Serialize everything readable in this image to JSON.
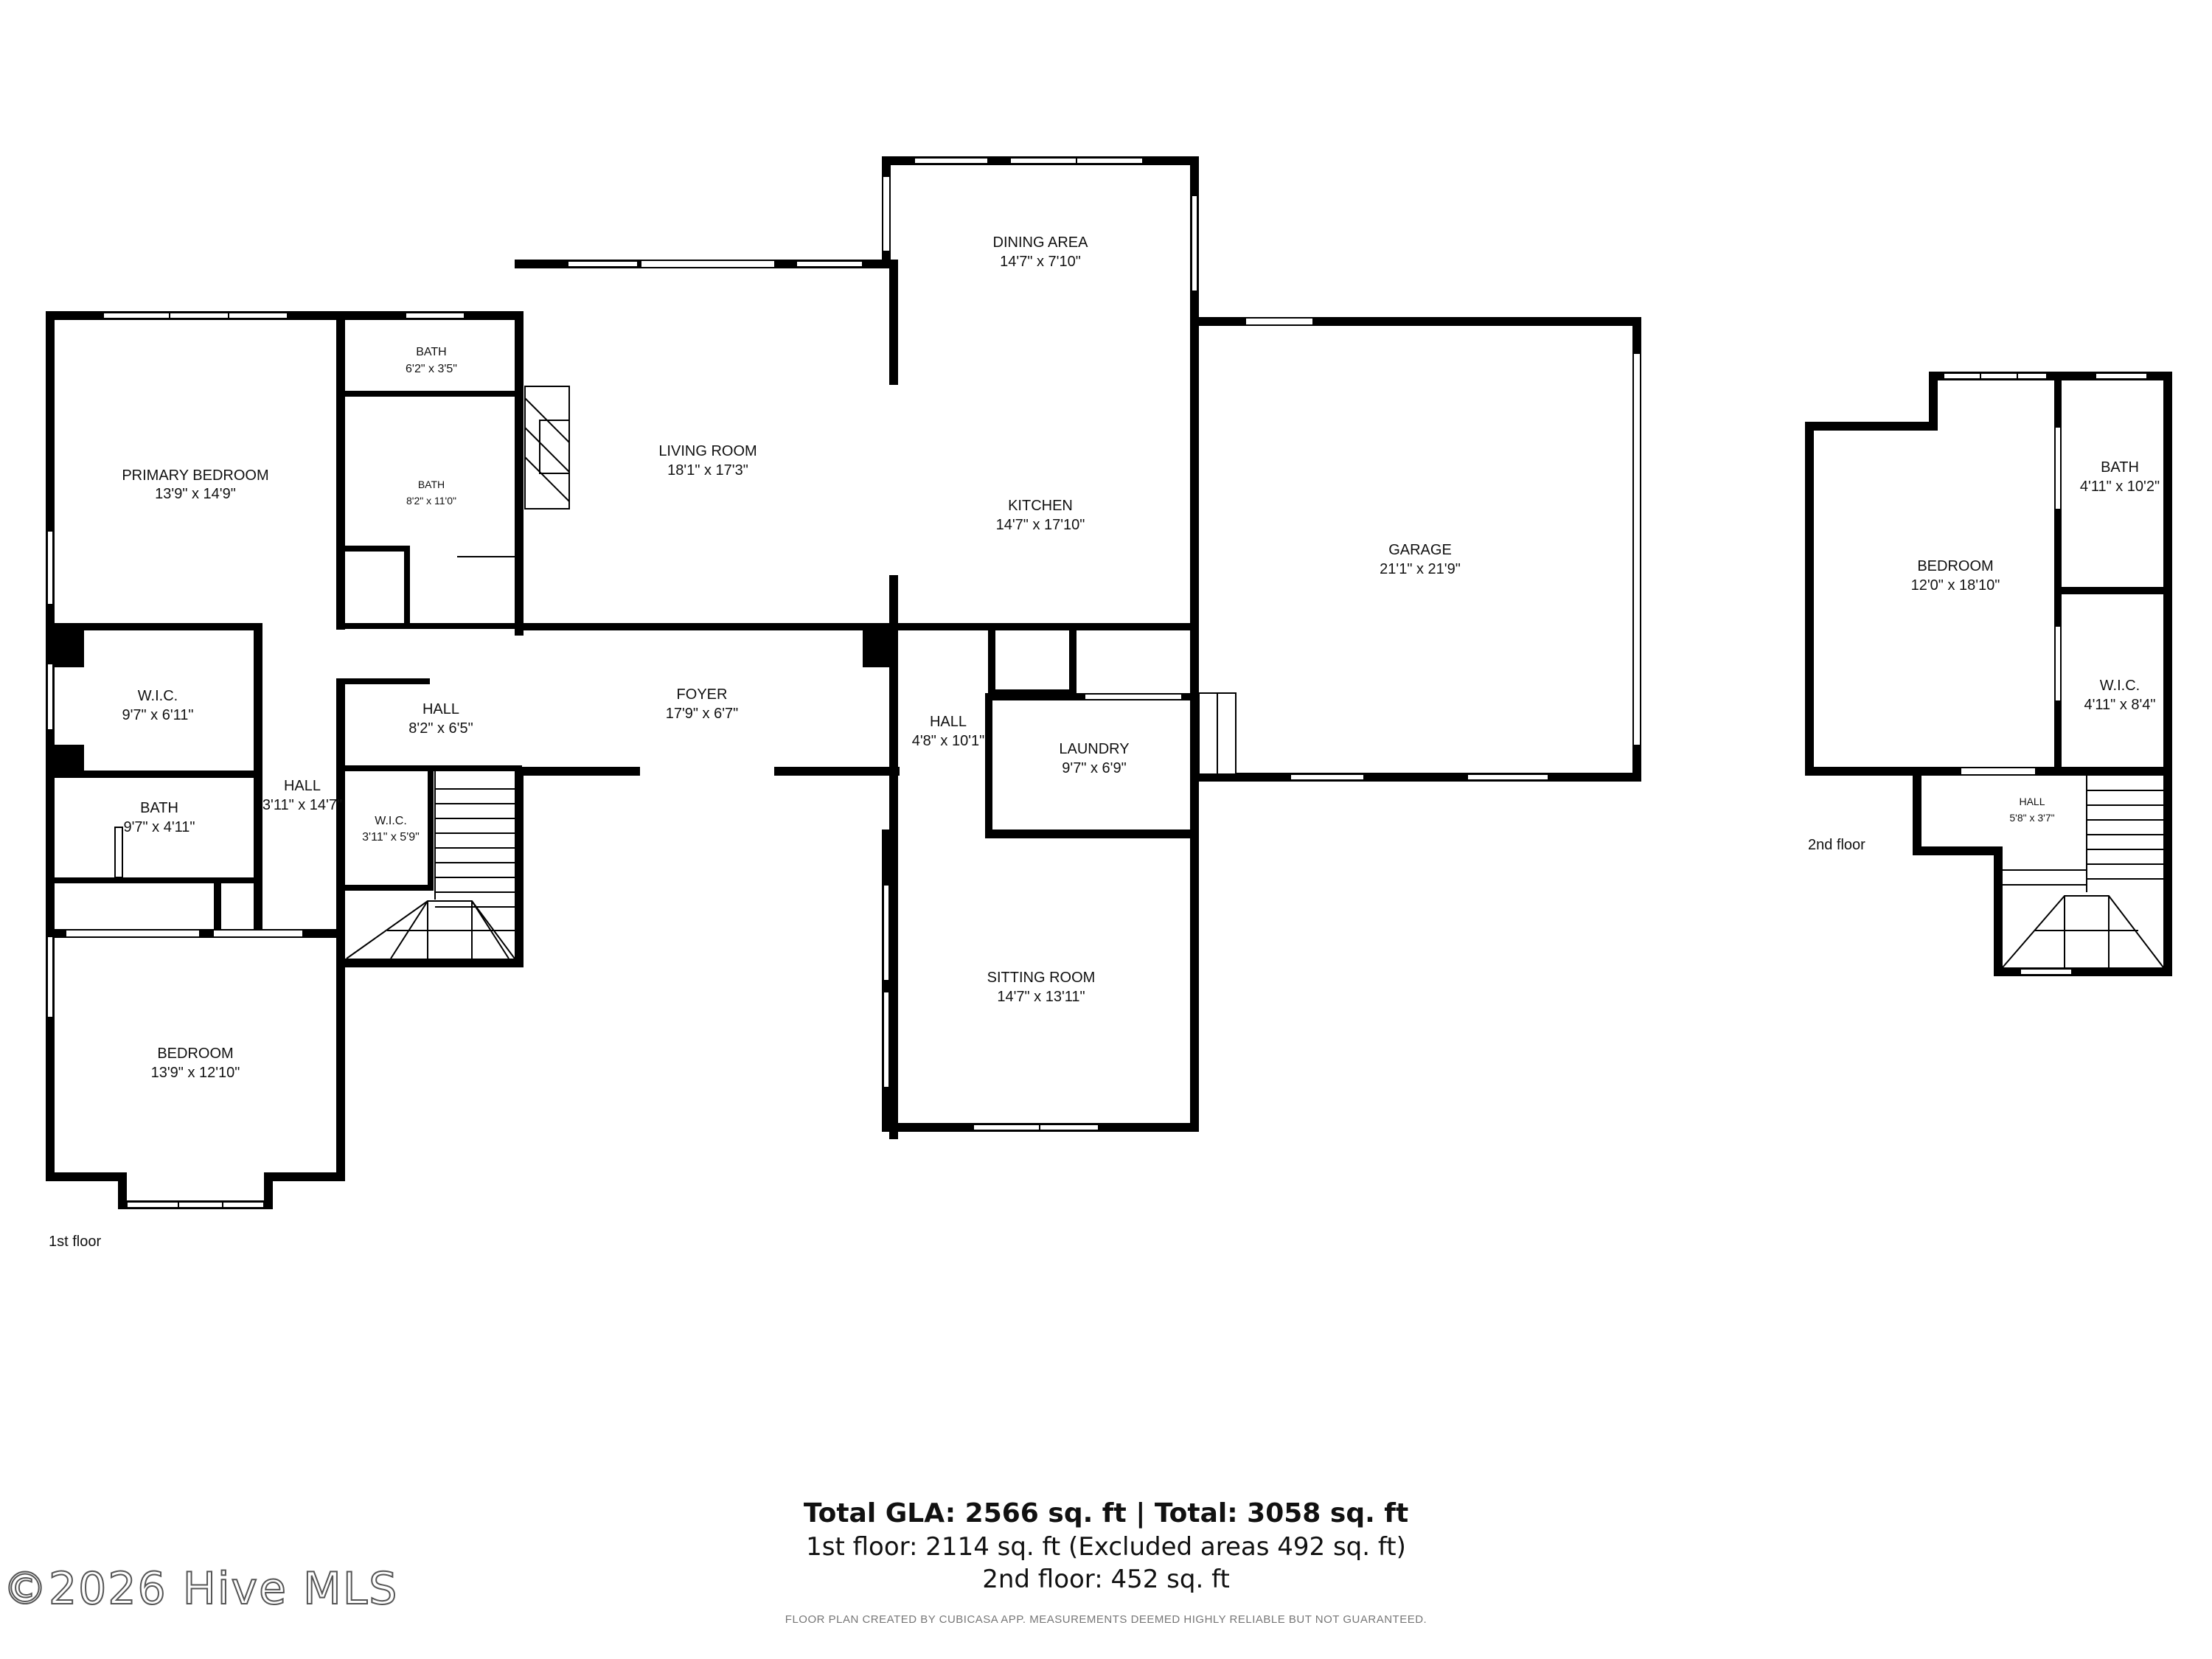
{
  "floors": [
    {
      "label": "1st floor",
      "rooms": [
        {
          "name": "PRIMARY BEDROOM",
          "dims": "13'9\" x 14'9\""
        },
        {
          "name": "BATH",
          "dims": "6'2\" x 3'5\""
        },
        {
          "name": "BATH",
          "dims": "8'2\" x 11'0\""
        },
        {
          "name": "LIVING ROOM",
          "dims": "18'1\" x 17'3\""
        },
        {
          "name": "DINING AREA",
          "dims": "14'7\" x 7'10\""
        },
        {
          "name": "KITCHEN",
          "dims": "14'7\" x 17'10\""
        },
        {
          "name": "GARAGE",
          "dims": "21'1\" x 21'9\""
        },
        {
          "name": "W.I.C.",
          "dims": "9'7\" x 6'11\""
        },
        {
          "name": "HALL",
          "dims": "8'2\" x 6'5\""
        },
        {
          "name": "FOYER",
          "dims": "17'9\" x 6'7\""
        },
        {
          "name": "HALL",
          "dims": "4'8\" x 10'1\""
        },
        {
          "name": "LAUNDRY",
          "dims": "9'7\" x 6'9\""
        },
        {
          "name": "BATH",
          "dims": "9'7\" x 4'11\""
        },
        {
          "name": "HALL",
          "dims": "3'11\" x 14'7\""
        },
        {
          "name": "W.I.C.",
          "dims": "3'11\" x 5'9\""
        },
        {
          "name": "SITTING ROOM",
          "dims": "14'7\" x 13'11\""
        },
        {
          "name": "BEDROOM",
          "dims": "13'9\" x 12'10\""
        }
      ]
    },
    {
      "label": "2nd floor",
      "rooms": [
        {
          "name": "BEDROOM",
          "dims": "12'0\" x 18'10\""
        },
        {
          "name": "BATH",
          "dims": "4'11\" x 10'2\""
        },
        {
          "name": "W.I.C.",
          "dims": "4'11\" x 8'4\""
        },
        {
          "name": "HALL",
          "dims": "5'8\" x 3'7\""
        }
      ]
    }
  ],
  "summary": {
    "totals": "Total GLA: 2566 sq. ft | Total: 3058 sq. ft",
    "first_floor": "1st floor: 2114 sq. ft (Excluded areas 492 sq. ft)",
    "second_floor": "2nd floor: 452 sq. ft"
  },
  "disclaimer": "FLOOR PLAN CREATED BY CUBICASA APP. MEASUREMENTS DEEMED HIGHLY RELIABLE BUT NOT GUARANTEED.",
  "watermark": "©2026 Hive MLS"
}
